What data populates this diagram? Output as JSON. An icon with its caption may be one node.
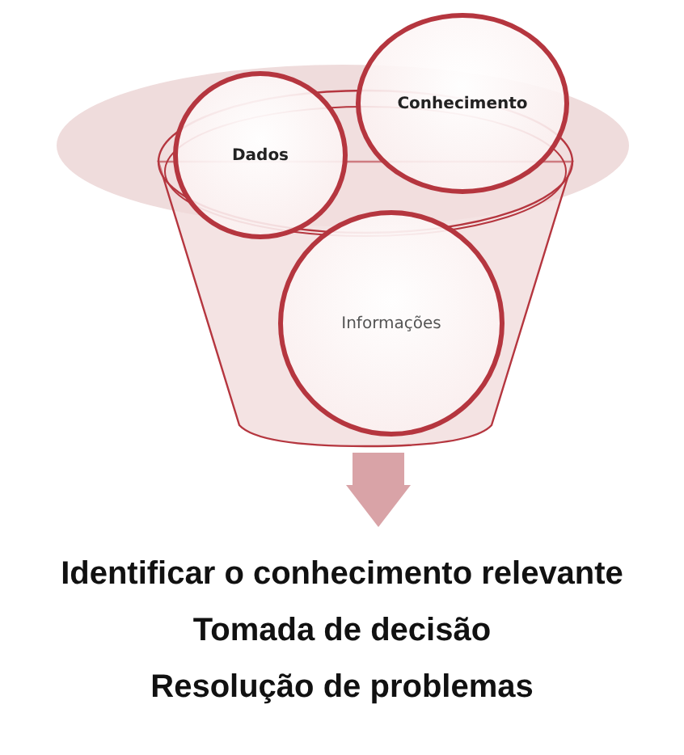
{
  "diagram": {
    "nodes": [
      {
        "text": [],
        "shape": "funnel"
      },
      {
        "text": [
          "Dados"
        ]
      },
      {
        "text": [
          "Conhecimento"
        ]
      },
      {
        "text": [
          "Informações"
        ],
        "in": 0
      },
      {
        "text": [
          "Identificar o conhecimento relevante",
          "Tomada de decisão",
          "Resolução de problemas"
        ]
      }
    ],
    "edges": [
      {
        "from": 0,
        "to": 4,
        "arrow": "to"
      }
    ]
  }
}
